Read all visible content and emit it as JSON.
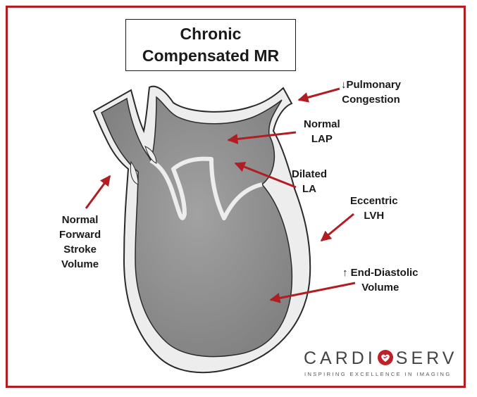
{
  "title": {
    "line1": "Chronic",
    "line2": "Compensated MR"
  },
  "labels": {
    "pulmonary": {
      "line1": "↓Pulmonary",
      "line2": "Congestion"
    },
    "lap": {
      "line1": "Normal",
      "line2": "LAP"
    },
    "la": {
      "line1": "Dilated",
      "line2": "LA"
    },
    "lvh": {
      "line1": "Eccentric",
      "line2": "LVH"
    },
    "edv": {
      "line1": "↑ End-Diastolic",
      "line2": "Volume"
    },
    "forward": {
      "line1": "Normal",
      "line2": "Forward",
      "line3": "Stroke",
      "line4": "Volume"
    }
  },
  "logo": {
    "brand_left": "CARDI",
    "brand_right": "SERV",
    "tagline": "INSPIRING EXCELLENCE IN IMAGING"
  },
  "colors": {
    "frame": "#b01e23",
    "arrow": "#b01e23",
    "heart_fill": "#8f8f8f",
    "heart_wall": "#ececec",
    "outline": "#2a2a2a"
  }
}
